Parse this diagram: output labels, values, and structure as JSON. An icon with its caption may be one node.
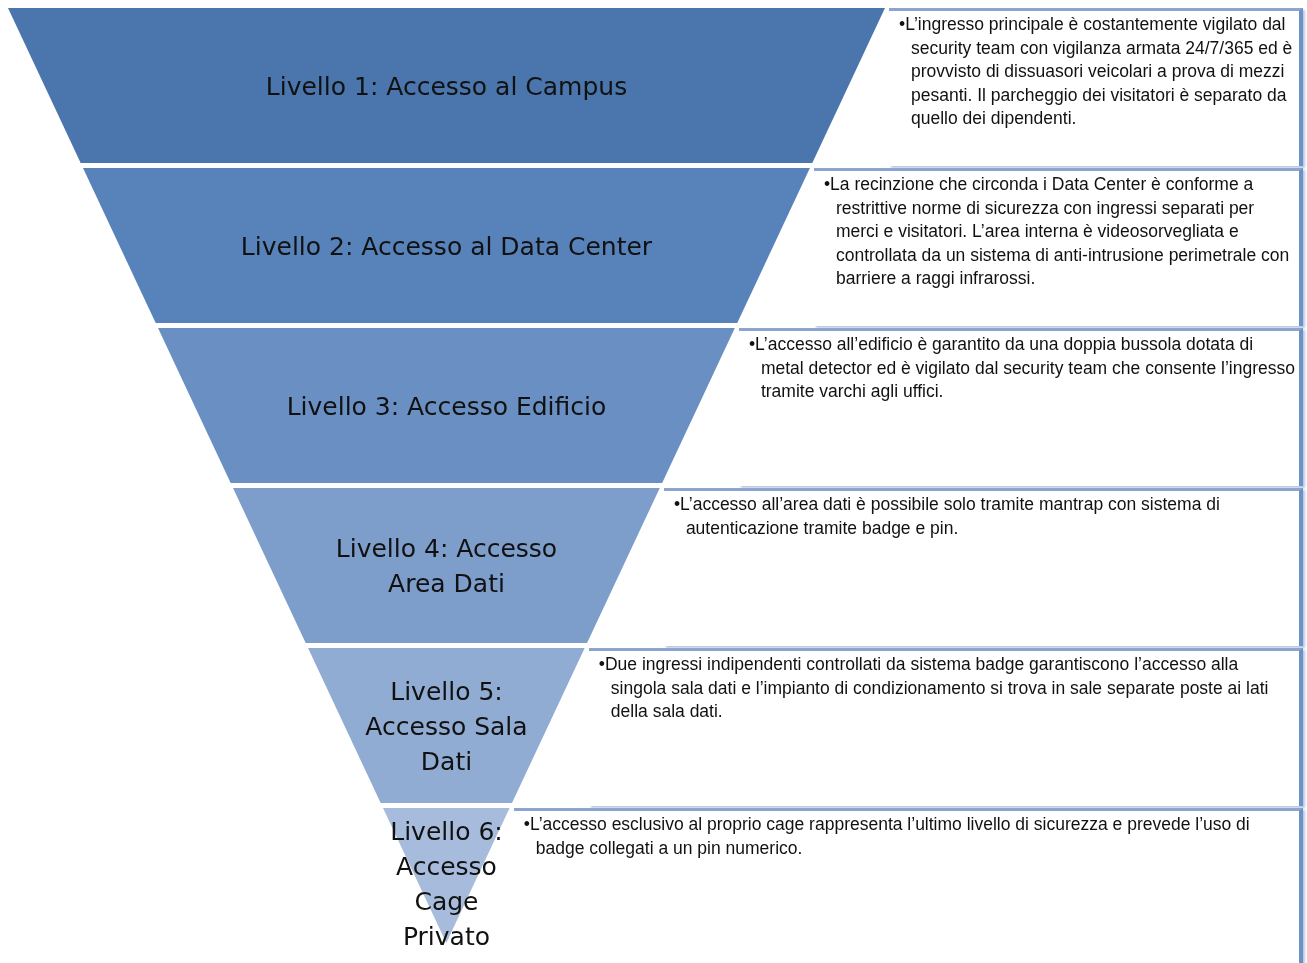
{
  "diagram": {
    "nodes": [
      {
        "text": [
          "Livello 1: Accesso al Campus"
        ]
      },
      {
        "text": [
          "•L’ingresso principale è costantemente vigilato dal security team con vigilanza armata 24/7/365 ed è provvisto di dissuasori veicolari a prova di mezzi pesanti. Il parcheggio dei visitatori è separato da quello dei dipendenti."
        ]
      },
      {
        "text": [
          "Livello 2: Accesso al Data Center"
        ]
      },
      {
        "text": [
          "•La recinzione che circonda i Data Center è conforme a restrittive norme di sicurezza con ingressi separati per merci e visitatori. L’area interna è videosorvegliata e controllata da un sistema di anti-intrusione perimetrale con barriere a raggi infrarossi."
        ]
      },
      {
        "text": [
          "Livello 3: Accesso Edificio"
        ]
      },
      {
        "text": [
          "•L’accesso all’edificio è garantito da una doppia bussola dotata di metal detector ed è vigilato dal security team che consente l’ingresso tramite varchi agli uffici."
        ]
      },
      {
        "text": [
          "Livello 4: Accesso Area Dati"
        ]
      },
      {
        "text": [
          "•L’accesso all’area dati è possibile solo tramite mantrap con sistema di autenticazione tramite badge e pin."
        ]
      },
      {
        "text": [
          "Livello 5: Accesso Sala Dati"
        ]
      },
      {
        "text": [
          "•Due ingressi indipendenti controllati da sistema badge garantiscono l’accesso alla singola sala dati e l’impianto di condizionamento si trova in sale separate poste ai lati della sala dati."
        ]
      },
      {
        "text": [
          "Livello 6: Accesso Cage Privato"
        ]
      },
      {
        "text": [
          "•L’accesso esclusivo al proprio cage rappresenta l’ultimo livello di sicurezza e prevede l’uso di badge collegati a un pin numerico."
        ]
      }
    ]
  }
}
